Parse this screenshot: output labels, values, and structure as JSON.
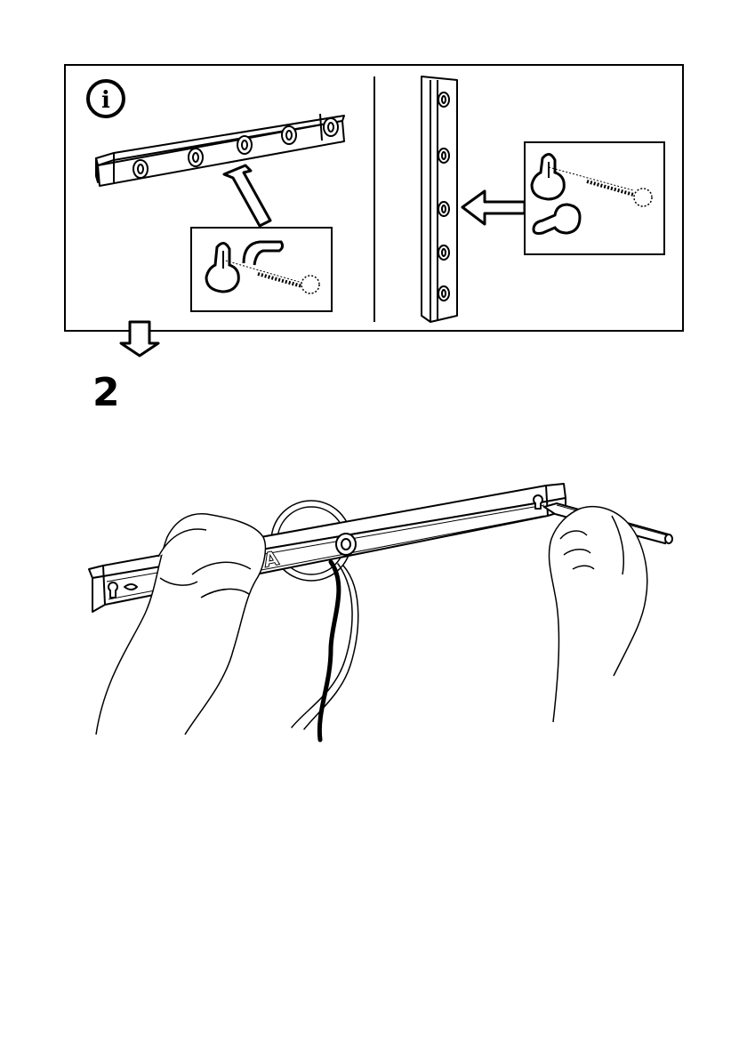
{
  "info_panel": {
    "info_icon_letter": "i"
  },
  "step": {
    "number": "2"
  },
  "rail_marking": "A",
  "colors": {
    "ink": "#000000",
    "paper": "#ffffff"
  },
  "icons": [
    "info-icon",
    "down-arrow-icon",
    "up-arrow-icon",
    "left-arrow-icon",
    "screw-icon",
    "pencil-icon"
  ]
}
